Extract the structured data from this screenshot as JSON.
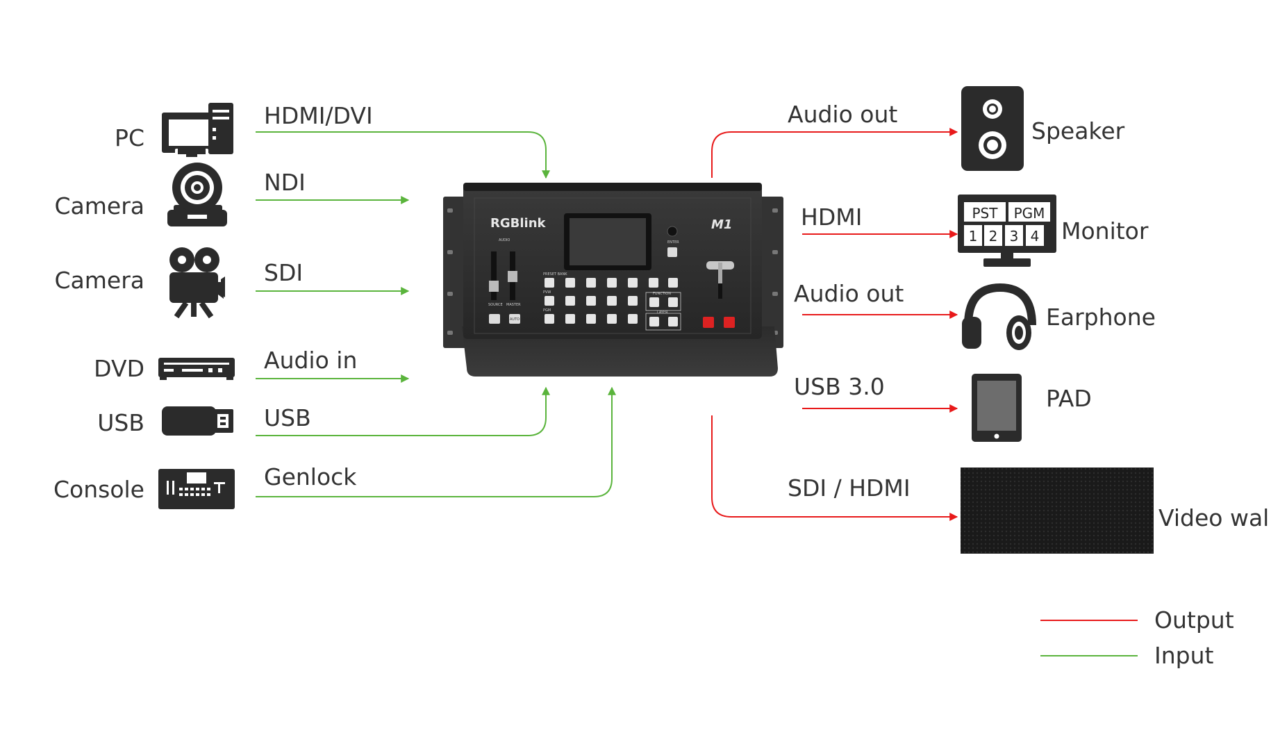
{
  "device": {
    "brand": "RGBlink",
    "model": "M1",
    "panel_labels": {
      "enter": "ENTER",
      "audio": "AUDIO",
      "source": "SOURCE",
      "master": "MASTER",
      "preset_bank": "PRESET BANK",
      "pvw": "PVW",
      "pgm": "PGM",
      "function": "FUNCTION",
      "layer": "LAYER",
      "auto": "AUTO"
    }
  },
  "inputs": [
    {
      "device": "PC",
      "signal": "HDMI/DVI",
      "icon": "pc-icon"
    },
    {
      "device": "Camera",
      "signal": "NDI",
      "icon": "ptz-camera-icon"
    },
    {
      "device": "Camera",
      "signal": "SDI",
      "icon": "movie-camera-icon"
    },
    {
      "device": "DVD",
      "signal": "Audio in",
      "icon": "dvd-player-icon"
    },
    {
      "device": "USB",
      "signal": "USB",
      "icon": "usb-drive-icon"
    },
    {
      "device": "Console",
      "signal": "Genlock",
      "icon": "console-icon"
    }
  ],
  "outputs": [
    {
      "device": "Speaker",
      "signal": "Audio out",
      "icon": "speaker-icon"
    },
    {
      "device": "Monitor",
      "signal": "HDMI",
      "icon": "monitor-icon",
      "screen_labels": [
        "PST",
        "PGM",
        "1",
        "2",
        "3",
        "4"
      ]
    },
    {
      "device": "Earphone",
      "signal": "Audio out",
      "icon": "headphones-icon"
    },
    {
      "device": "PAD",
      "signal": "USB 3.0",
      "icon": "tablet-icon"
    },
    {
      "device": "Video wall",
      "signal": "SDI / HDMI",
      "icon": "video-wall-icon"
    }
  ],
  "legend": [
    {
      "label": "Output",
      "color": "#e8191a"
    },
    {
      "label": "Input",
      "color": "#5ab43c"
    }
  ],
  "colors": {
    "output": "#e8191a",
    "input": "#5ab43c",
    "icon": "#2b2b2b",
    "panel": "#2a2a2a"
  }
}
